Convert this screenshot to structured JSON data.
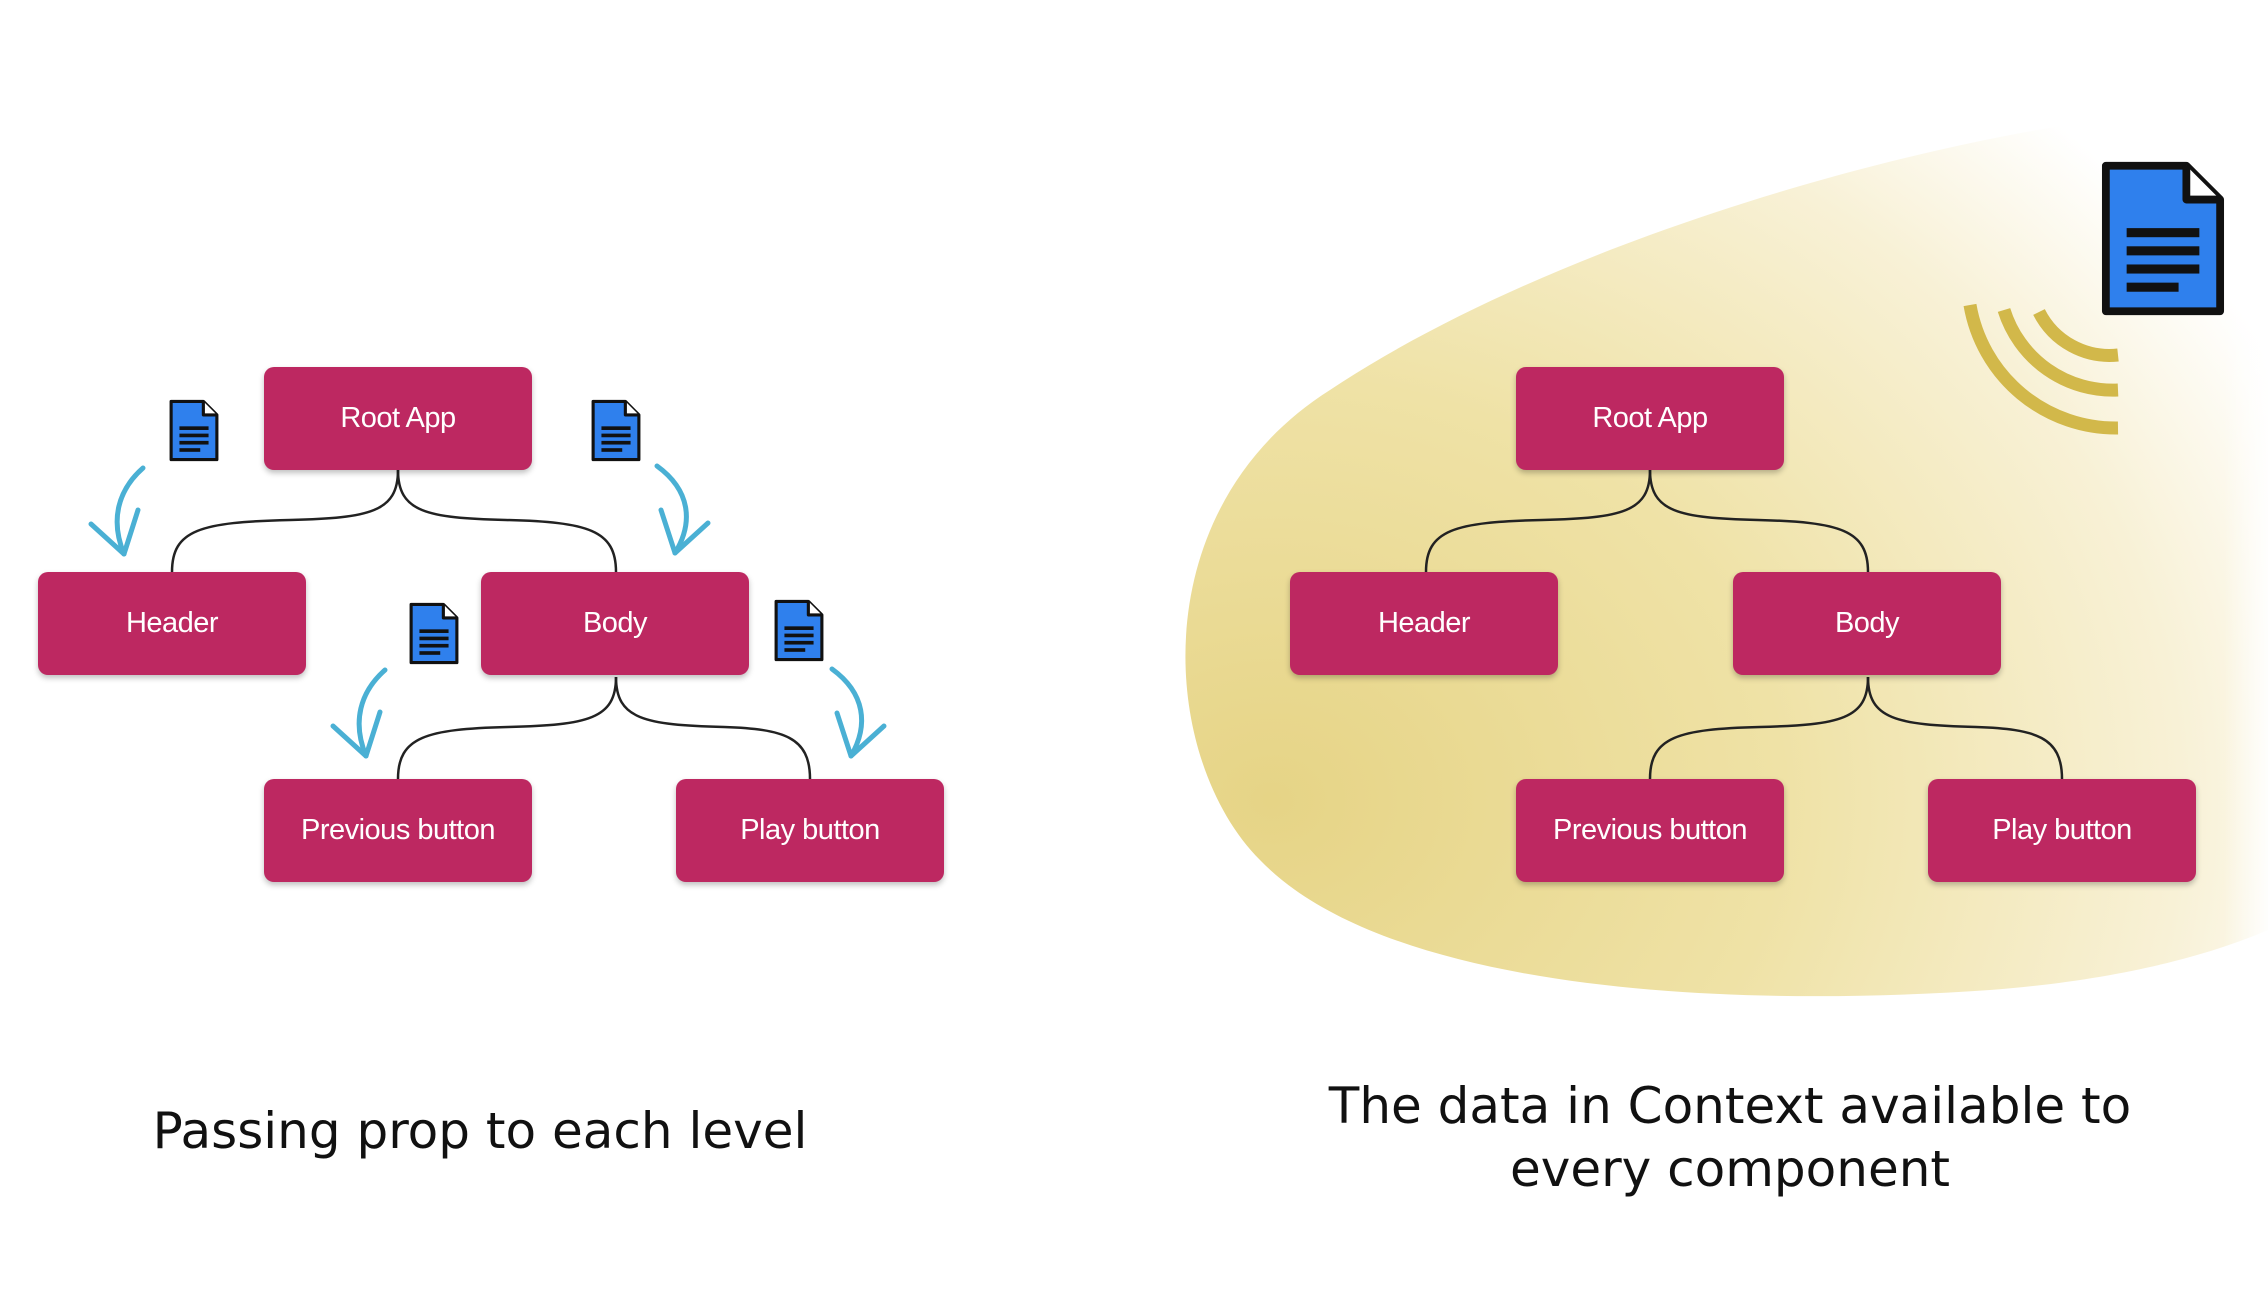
{
  "colors": {
    "node_fill": "#bd2861",
    "connector": "#222222",
    "arrow": "#4ab0d4",
    "document_fill": "#2f80ed",
    "document_outline": "#111111",
    "broadcast_waves": "#d2b84a",
    "context_glow": "#efe2a0"
  },
  "icons": {
    "document": "document-icon",
    "arrow": "curved-arrow-down",
    "broadcast": "wifi-waves-icon"
  },
  "left_panel": {
    "caption": "Passing prop to each level",
    "nodes": {
      "root": "Root App",
      "header": "Header",
      "body": "Body",
      "previous": "Previous button",
      "play": "Play button"
    }
  },
  "right_panel": {
    "caption": "The data in Context available to every component",
    "nodes": {
      "root": "Root App",
      "header": "Header",
      "body": "Body",
      "previous": "Previous button",
      "play": "Play button"
    }
  }
}
